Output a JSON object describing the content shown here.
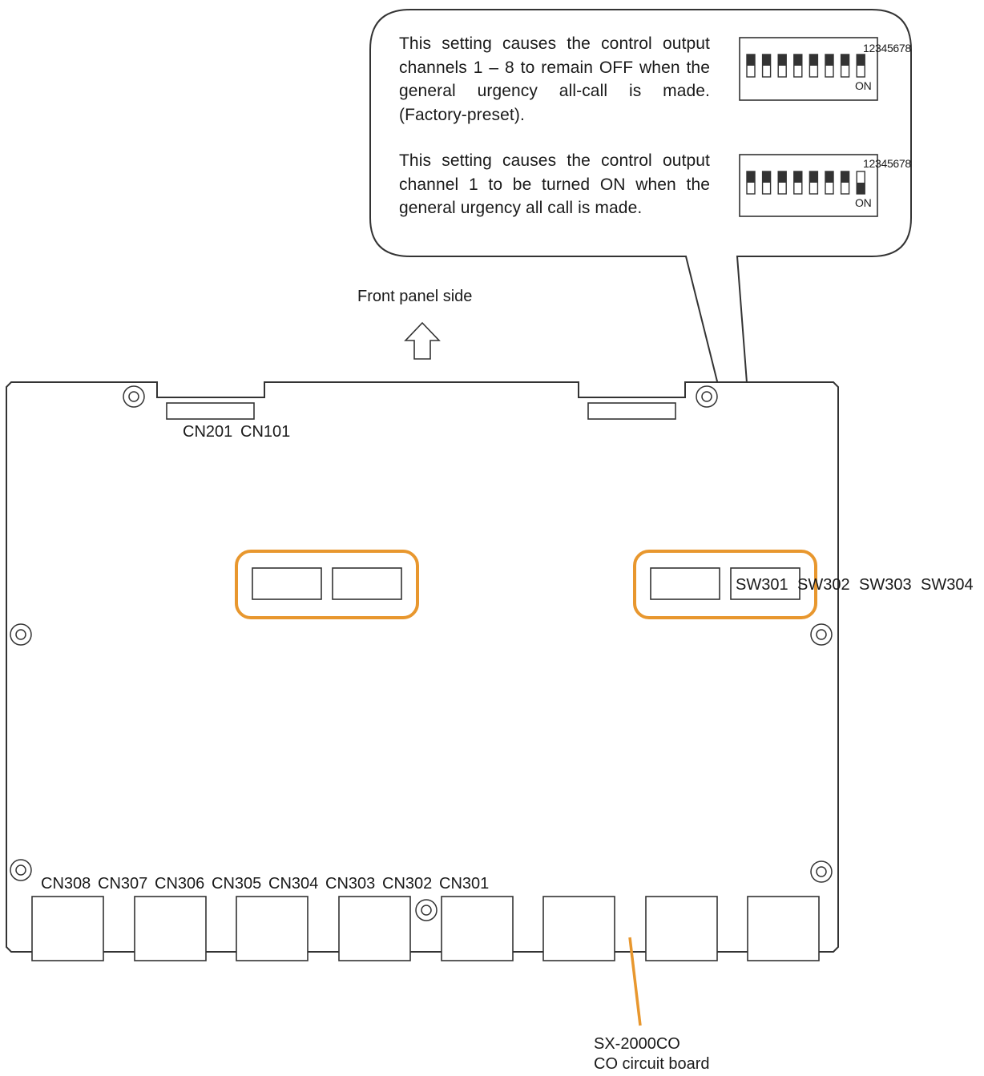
{
  "callout": {
    "setting_off_text": "This setting causes the control output channels 1 – 8 to remain OFF when the general urgency all-call is made. (Factory-preset).",
    "setting_on_text": "This setting causes the control output channel 1 to be turned ON when the general urgency all call is made.",
    "dip_numbers": "12345678",
    "dip_on_label": "ON"
  },
  "front_panel_label": "Front panel side",
  "board": {
    "top_connector_labels": [
      "CN201",
      "CN101"
    ],
    "switch_labels": [
      "SW301",
      "SW302",
      "SW303",
      "SW304"
    ],
    "bottom_connector_labels": [
      "CN308",
      "CN307",
      "CN306",
      "CN305",
      "CN304",
      "CN303",
      "CN302",
      "CN301"
    ],
    "name_line1": "SX-2000CO",
    "name_line2": "CO circuit board"
  },
  "colors": {
    "highlight": "#E8972E",
    "line": "#333333"
  }
}
